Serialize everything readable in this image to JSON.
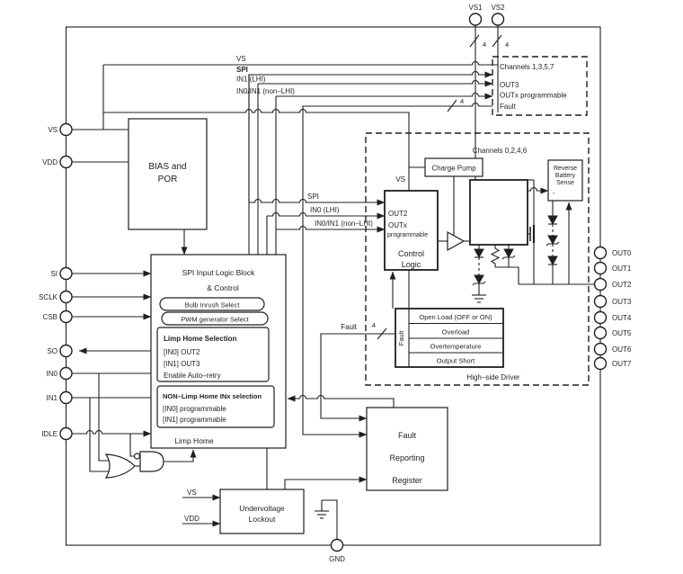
{
  "pins": {
    "top": [
      {
        "label": "VS1"
      },
      {
        "label": "VS2"
      }
    ],
    "left": [
      {
        "label": "VS"
      },
      {
        "label": "VDD"
      },
      {
        "label": "SI"
      },
      {
        "label": "SCLK"
      },
      {
        "label": "CSB"
      },
      {
        "label": "SO"
      },
      {
        "label": "IN0"
      },
      {
        "label": "IN1"
      },
      {
        "label": "IDLE"
      }
    ],
    "right": [
      {
        "label": "OUT0"
      },
      {
        "label": "OUT1"
      },
      {
        "label": "OUT2"
      },
      {
        "label": "OUT3"
      },
      {
        "label": "OUT4"
      },
      {
        "label": "OUT5"
      },
      {
        "label": "OUT6"
      },
      {
        "label": "OUT7"
      }
    ],
    "bottom": [
      {
        "label": "GND"
      }
    ]
  },
  "bus_width": "4",
  "nets": {
    "vs": "VS",
    "vdd": "VDD",
    "spi": "SPI",
    "in1_lhi": "IN1 (LHI)",
    "in0_lhi": "IN0 (LHI)",
    "in01_nonlhi": "IN0/IN1 (non–LHI)",
    "fault": "Fault"
  },
  "blocks": {
    "bias": {
      "line1": "BIAS and",
      "line2": "POR"
    },
    "spi_block": {
      "title": "SPI Input Logic Block",
      "subtitle": "& Control",
      "bulb": "Bulb Inrush Select",
      "pwm": "PWM generator Select",
      "limp_title": "Limp Home Selection",
      "limp_rows": [
        "[IN0] OUT2",
        "[IN1] OUT3",
        "Enable Auto–retry"
      ],
      "nonlimp_title": "NON–Limp Home INx selection",
      "nonlimp_rows": [
        "[IN0] programmable",
        "[IN1] programmable"
      ],
      "footer": "Limp Home"
    },
    "control": {
      "out2": "OUT2",
      "outx": "OUTx",
      "prog": "programmable",
      "line1": "Control",
      "line2": "Logic"
    },
    "charge_pump": {
      "label": "Charge Pump"
    },
    "rbs": {
      "line1": "Reverse",
      "line2": "Battery",
      "line3": "Sense",
      "minus": "-"
    },
    "fault_box": {
      "side": "Fault",
      "rows": [
        "Open Load (OFF or ON)",
        "Overload",
        "Overtemperature",
        "Output Short"
      ]
    },
    "frr": {
      "line1": "Fault",
      "line2": "Reporting",
      "line3": "Register"
    },
    "uvl": {
      "line1": "Undervoltage",
      "line2": "Lockout"
    },
    "ch_top": {
      "title": "Channels 1,3,5,7",
      "out3": "OUT3",
      "outx": "OUTx programmable",
      "fault": "Fault"
    },
    "ch_bottom": {
      "title": "Channels 0,2,4,6",
      "footer": "High–side Driver"
    }
  }
}
